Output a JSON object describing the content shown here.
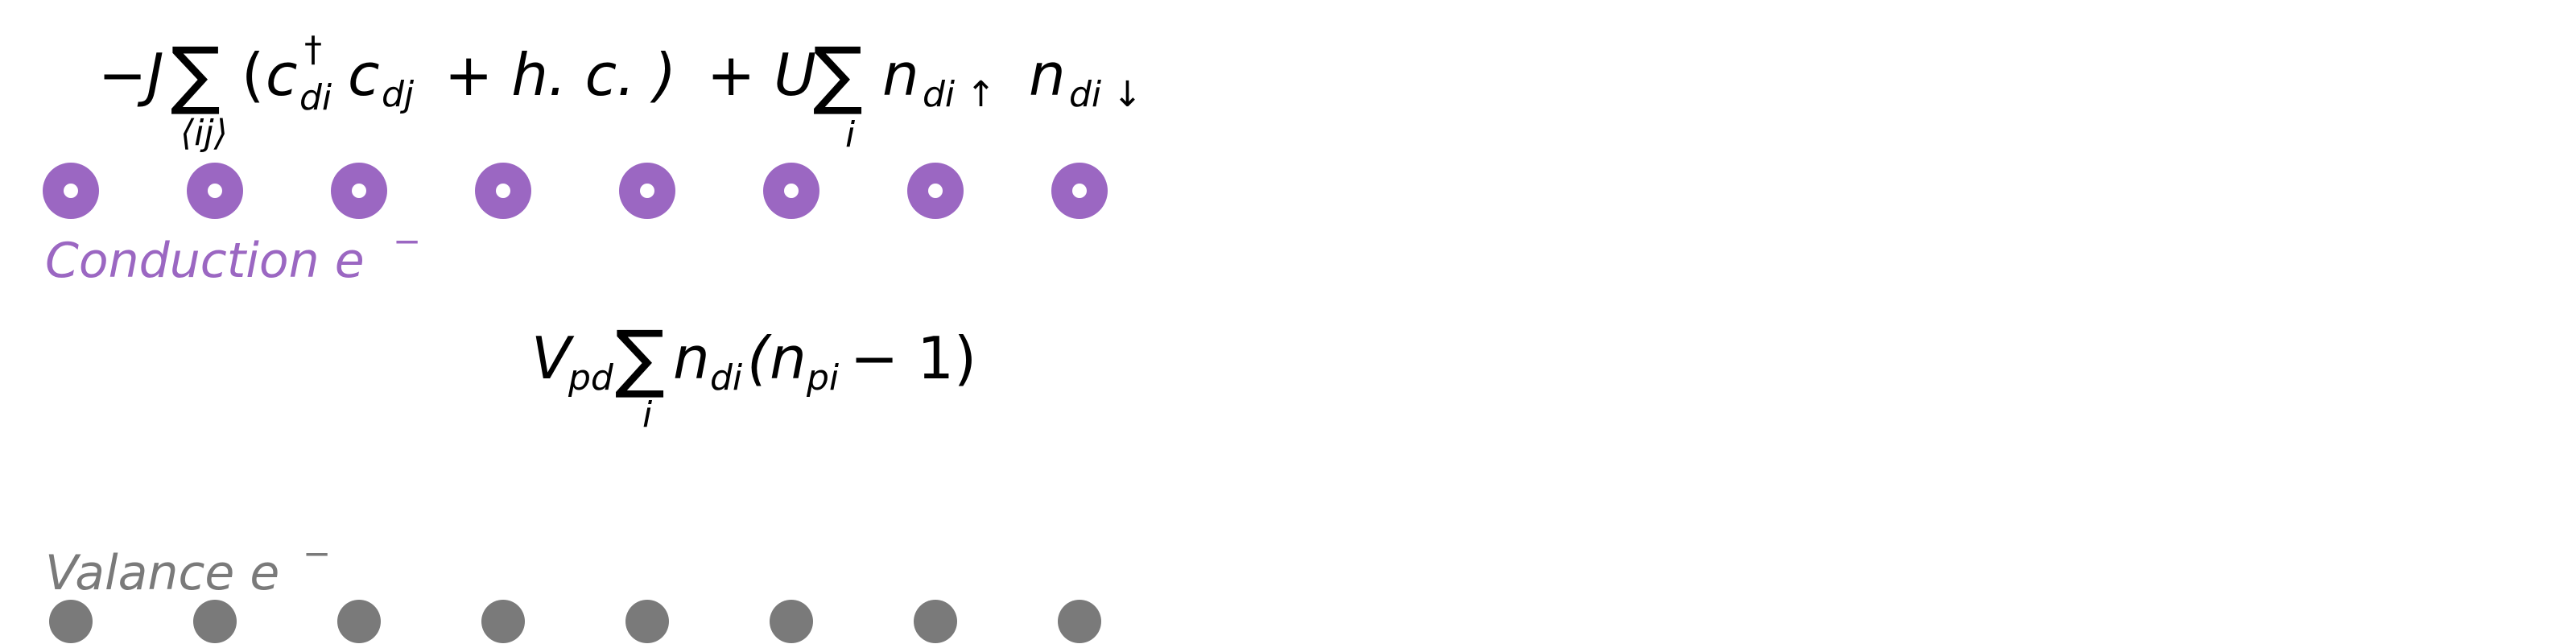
{
  "hamiltonian": {
    "hopping_prefix": "−J",
    "sum_symbol": "∑",
    "hopping_sum_index": "⟨ij⟩",
    "open_paren": "(",
    "c_symbol": "c",
    "dagger": "†",
    "di_sub": "di",
    "dj_sub": "dj",
    "plus_hc": "+ h. c. )",
    "plus_U": "+ U",
    "onsite_sum_index": "i",
    "n_symbol": "n",
    "di_up_sub": "di ↑",
    "di_down_sub": "di ↓"
  },
  "interaction": {
    "V": "V",
    "V_sub": "pd",
    "sum_symbol": "∑",
    "sum_index": "i",
    "n_symbol": "n",
    "di_sub": "di",
    "open_paren": "(n",
    "pi_sub": "pi",
    "tail": "− 1)"
  },
  "conduction": {
    "label": "Conduction e",
    "superscript": "−",
    "color": "#9b67c2",
    "site_count": 8
  },
  "valance": {
    "label": "Valance e",
    "superscript": "−",
    "color": "#7a7a7a",
    "site_count": 8
  }
}
